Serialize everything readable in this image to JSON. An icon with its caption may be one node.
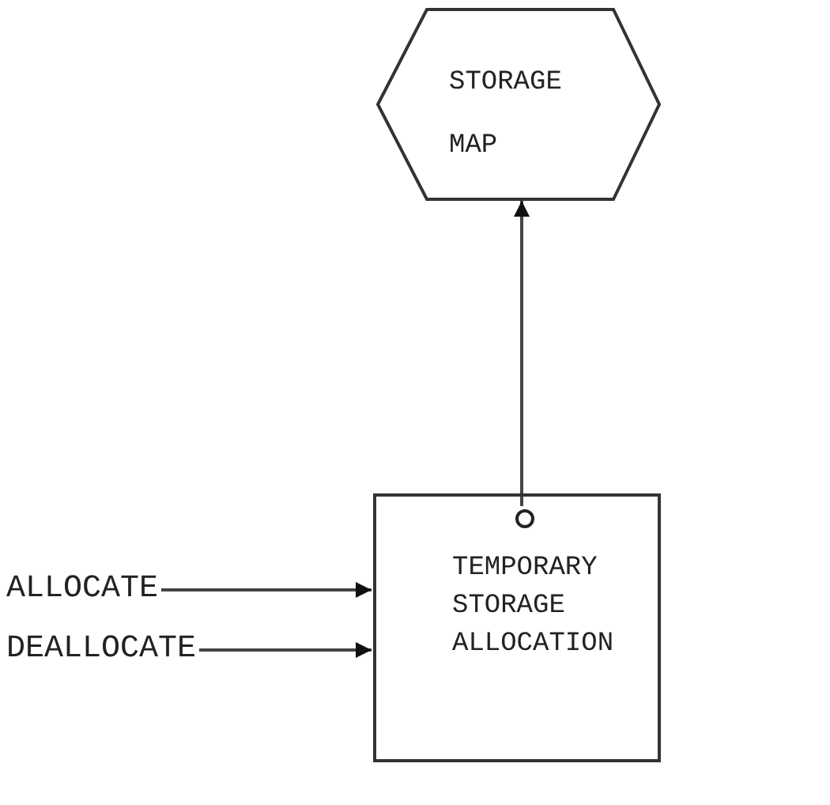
{
  "diagram": {
    "nodes": [
      {
        "text": [
          "STORAGE MAP"
        ]
      },
      {
        "text": [
          "TEMPORARY STORAGE ALLOCATION"
        ]
      },
      {
        "text": [],
        "shape": "circle",
        "in": 1
      },
      {
        "text": [
          "ALLOCATE"
        ]
      },
      {
        "text": [
          "DEALLOCATE"
        ]
      }
    ],
    "edges": [
      {
        "from": 2,
        "to": 0,
        "arrow": "to"
      },
      {
        "from": 3,
        "to": 1,
        "arrow": "to"
      },
      {
        "from": 4,
        "to": 1,
        "arrow": "to"
      }
    ]
  }
}
